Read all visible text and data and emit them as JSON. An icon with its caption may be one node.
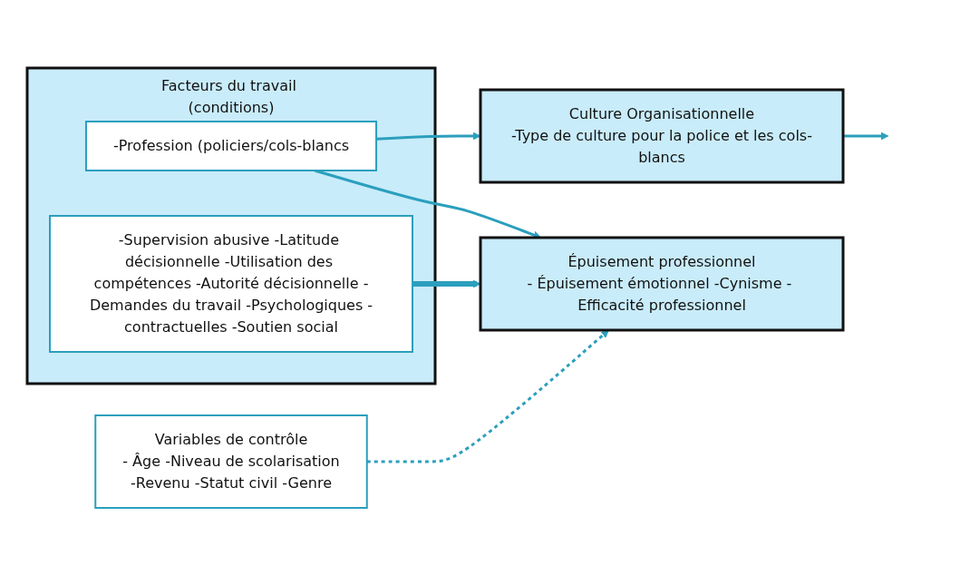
{
  "diagram": {
    "nodes": [
      {
        "text": [
          "Facteurs du travail (conditions)"
        ]
      },
      {
        "text": [
          "-Profession (policiers/cols-blancs"
        ],
        "in": 0
      },
      {
        "text": [
          "-Supervision abusive -Latitude décisionnelle -Utilisation des compétences -Autorité décisionnelle -Demandes du travail -Psychologiques -contractuelles -Soutien social"
        ],
        "in": 0
      },
      {
        "text": [
          "Culture Organisationnelle",
          "-Type de culture pour la police et les cols-blancs"
        ]
      },
      {
        "text": [
          "Épuisement professionnel",
          "- Épuisement émotionnel -Cynisme - Efficacité professionnel"
        ]
      },
      {
        "text": [
          "Variables de contrôle",
          "- Âge -Niveau de scolarisation",
          "-Revenu -Statut civil -Genre"
        ]
      }
    ],
    "edges": [
      {
        "from": 1,
        "to": 3,
        "arrow": "to"
      },
      {
        "from": 1,
        "to": 4,
        "arrow": "to"
      },
      {
        "from": 3,
        "to": null,
        "arrow": "to"
      },
      {
        "from": 2,
        "to": 4,
        "arrow": "to",
        "style": "thick"
      },
      {
        "from": 5,
        "to": 4,
        "arrow": "to",
        "style": "dashed"
      }
    ]
  }
}
